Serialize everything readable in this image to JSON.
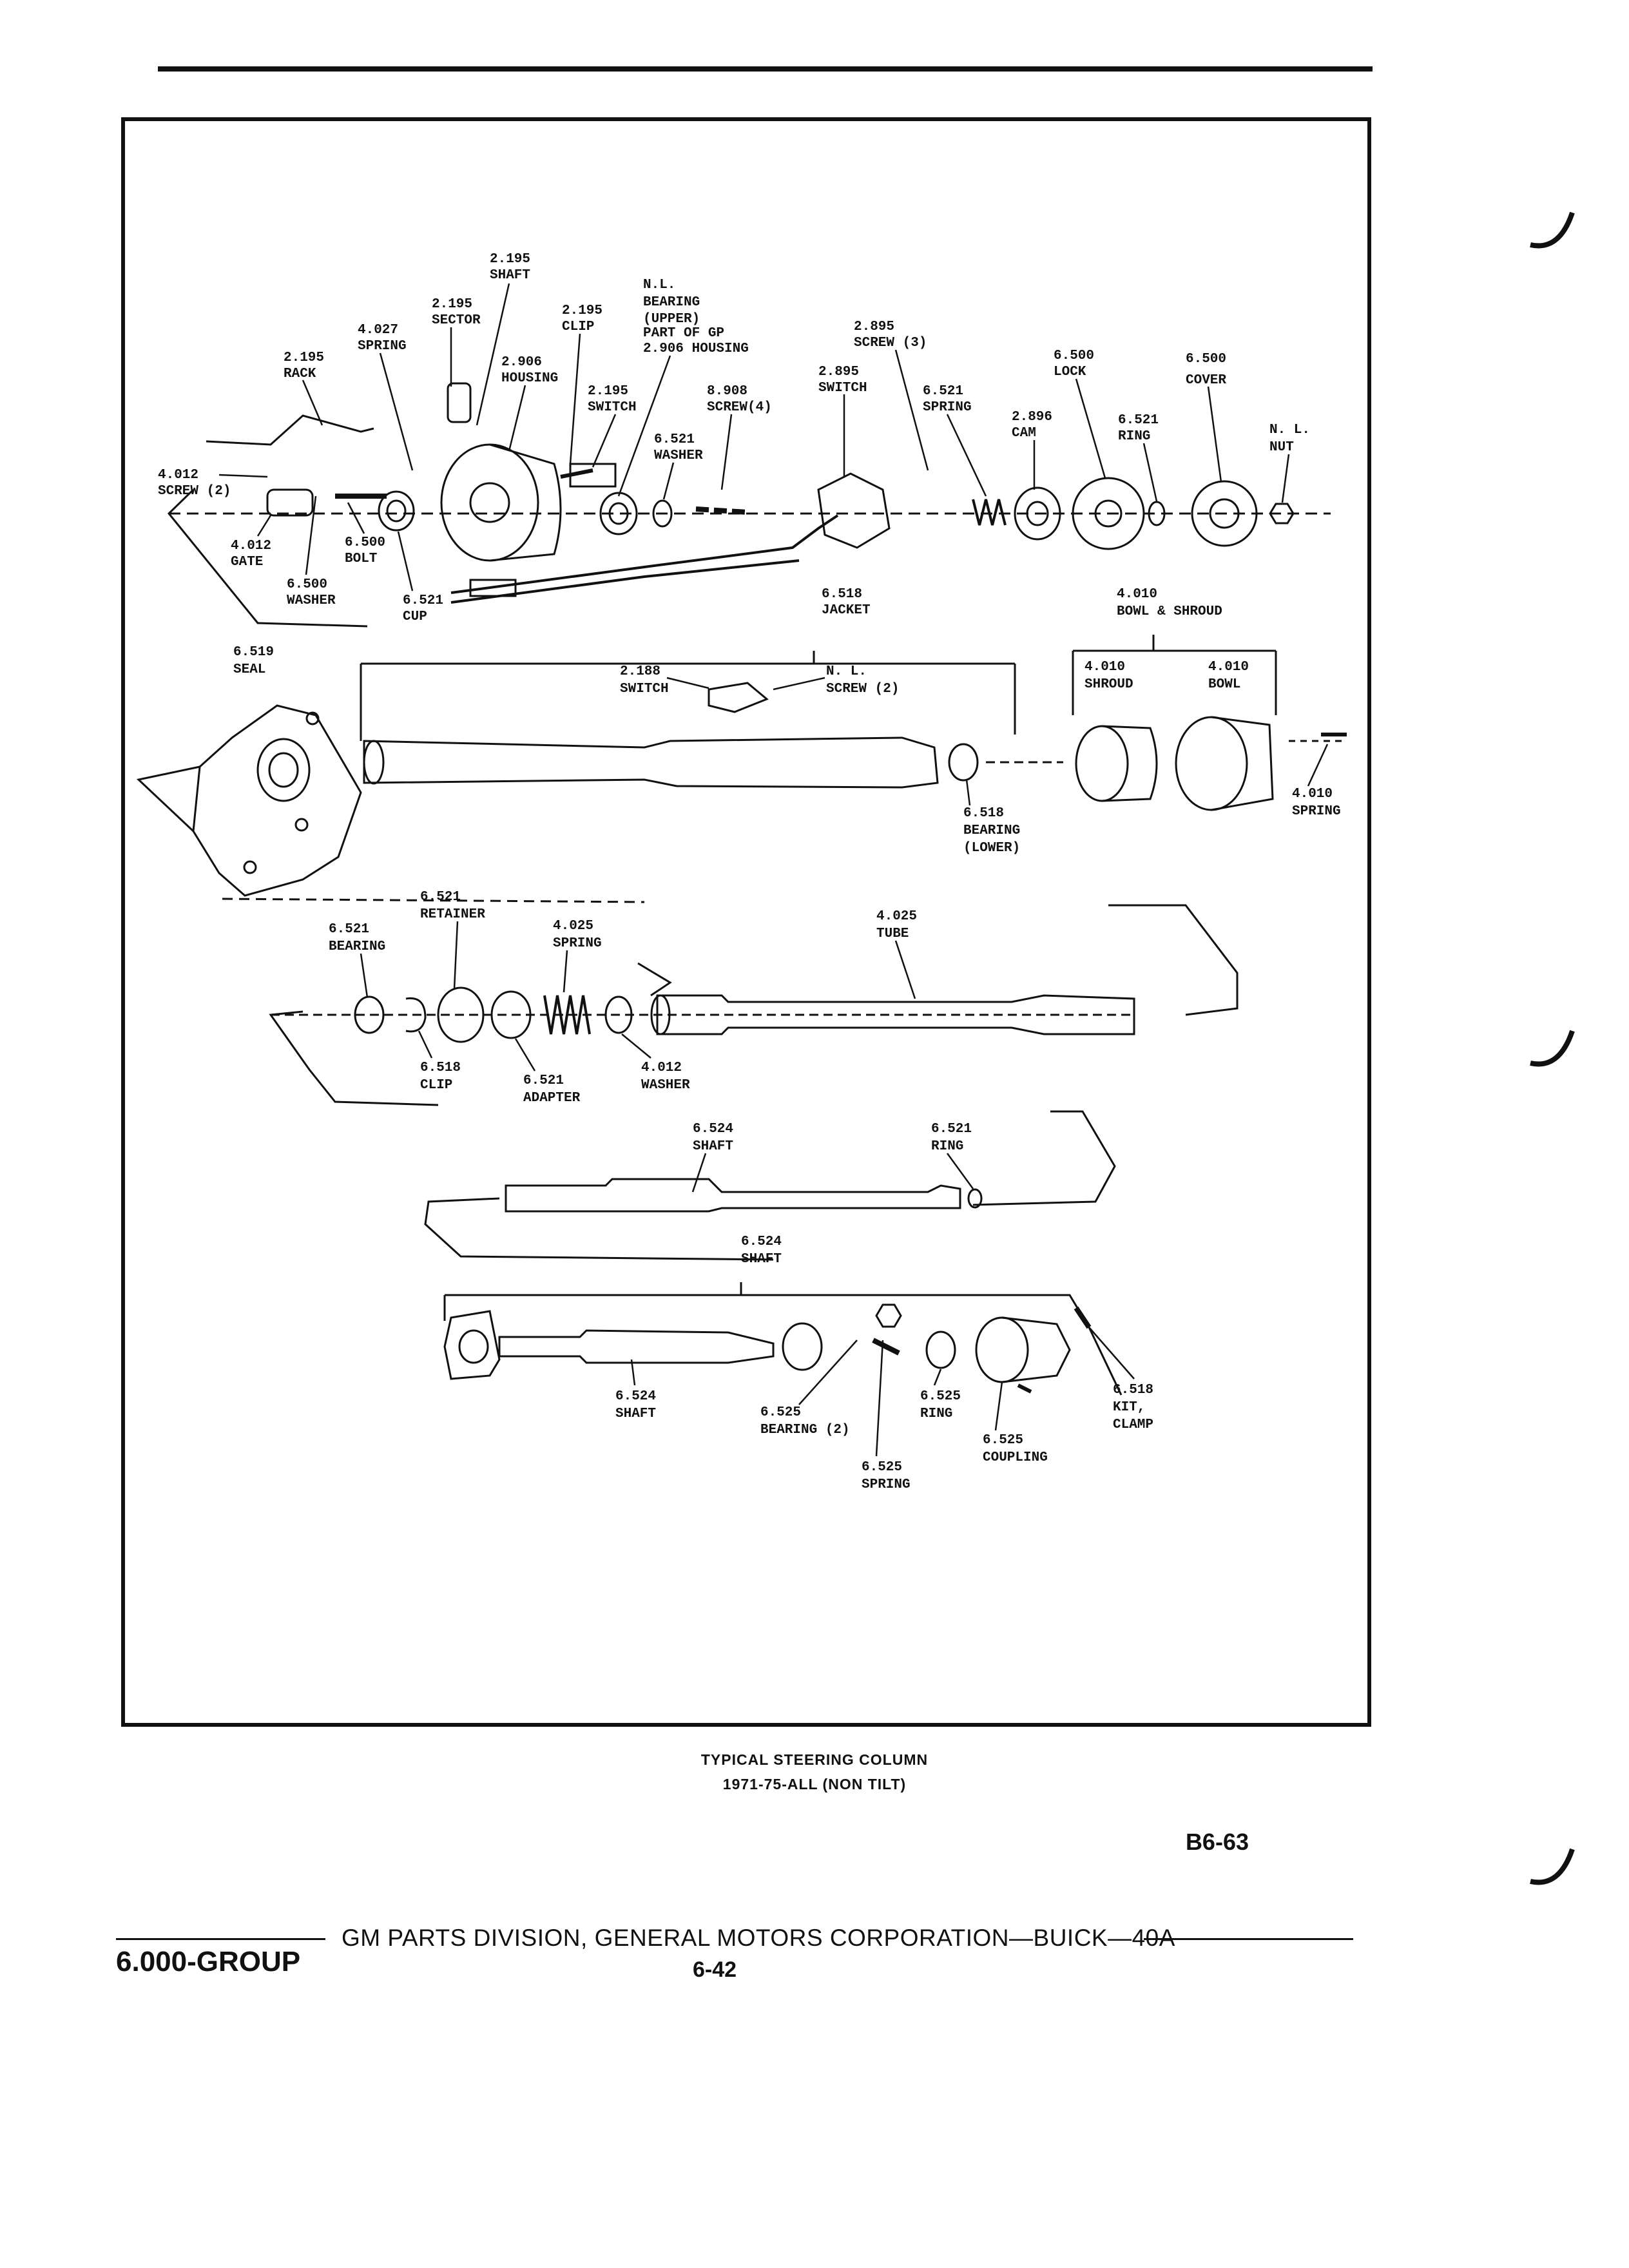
{
  "caption": {
    "line1": "TYPICAL STEERING COLUMN",
    "line2": "1971-75-ALL (NON TILT)"
  },
  "figure_id": "B6-63",
  "footer": {
    "group": "6.000-GROUP",
    "division": "GM PARTS DIVISION, GENERAL MOTORS CORPORATION—BUICK—40A",
    "page": "6-42"
  },
  "parts": [
    {
      "num": "2.195",
      "name": "SHAFT"
    },
    {
      "num": "2.195",
      "name": "SECTOR"
    },
    {
      "num": "4.027",
      "name": "SPRING"
    },
    {
      "num": "2.195",
      "name": "RACK"
    },
    {
      "num": "2.906",
      "name": "HOUSING"
    },
    {
      "num": "2.195",
      "name": "CLIP"
    },
    {
      "num": "N.L.",
      "name": "BEARING",
      "note1": "(UPPER)",
      "note2": "PART OF GP",
      "note3": "2.906 HOUSING"
    },
    {
      "num": "2.195",
      "name": "SWITCH"
    },
    {
      "num": "8.908",
      "name": "SCREW(4)"
    },
    {
      "num": "6.521",
      "name": "WASHER"
    },
    {
      "num": "2.895",
      "name": "SCREW (3)"
    },
    {
      "num": "2.895",
      "name": "SWITCH"
    },
    {
      "num": "6.521",
      "name": "SPRING"
    },
    {
      "num": "2.896",
      "name": "CAM"
    },
    {
      "num": "6.500",
      "name": "LOCK"
    },
    {
      "num": "6.521",
      "name": "RING"
    },
    {
      "num": "6.500",
      "name": "COVER"
    },
    {
      "num": "N. L.",
      "name": "NUT"
    },
    {
      "num": "4.012",
      "name": "SCREW (2)"
    },
    {
      "num": "4.012",
      "name": "GATE"
    },
    {
      "num": "6.500",
      "name": "BOLT"
    },
    {
      "num": "6.500",
      "name": "WASHER"
    },
    {
      "num": "6.521",
      "name": "CUP"
    },
    {
      "num": "6.518",
      "name": "JACKET"
    },
    {
      "num": "4.010",
      "name": "BOWL & SHROUD"
    },
    {
      "num": "4.010",
      "name": "SHROUD"
    },
    {
      "num": "4.010",
      "name": "BOWL"
    },
    {
      "num": "6.519",
      "name": "SEAL"
    },
    {
      "num": "2.188",
      "name": "SWITCH"
    },
    {
      "num": "N. L.",
      "name": "SCREW (2)"
    },
    {
      "num": "6.518",
      "name": "BEARING",
      "note1": "(LOWER)"
    },
    {
      "num": "4.010",
      "name": "SPRING"
    },
    {
      "num": "6.521",
      "name": "RETAINER"
    },
    {
      "num": "6.521",
      "name": "BEARING"
    },
    {
      "num": "4.025",
      "name": "SPRING"
    },
    {
      "num": "4.025",
      "name": "TUBE"
    },
    {
      "num": "6.518",
      "name": "CLIP"
    },
    {
      "num": "6.521",
      "name": "ADAPTER"
    },
    {
      "num": "4.012",
      "name": "WASHER"
    },
    {
      "num": "6.524",
      "name": "SHAFT"
    },
    {
      "num": "6.521",
      "name": "RING"
    },
    {
      "num": "6.524",
      "name": "SHAFT"
    },
    {
      "num": "6.524",
      "name": "SHAFT"
    },
    {
      "num": "6.525",
      "name": "BEARING (2)"
    },
    {
      "num": "6.525",
      "name": "RING"
    },
    {
      "num": "6.525",
      "name": "SPRING"
    },
    {
      "num": "6.525",
      "name": "COUPLING"
    },
    {
      "num": "6.518",
      "name": "KIT,",
      "note1": "CLAMP"
    }
  ]
}
